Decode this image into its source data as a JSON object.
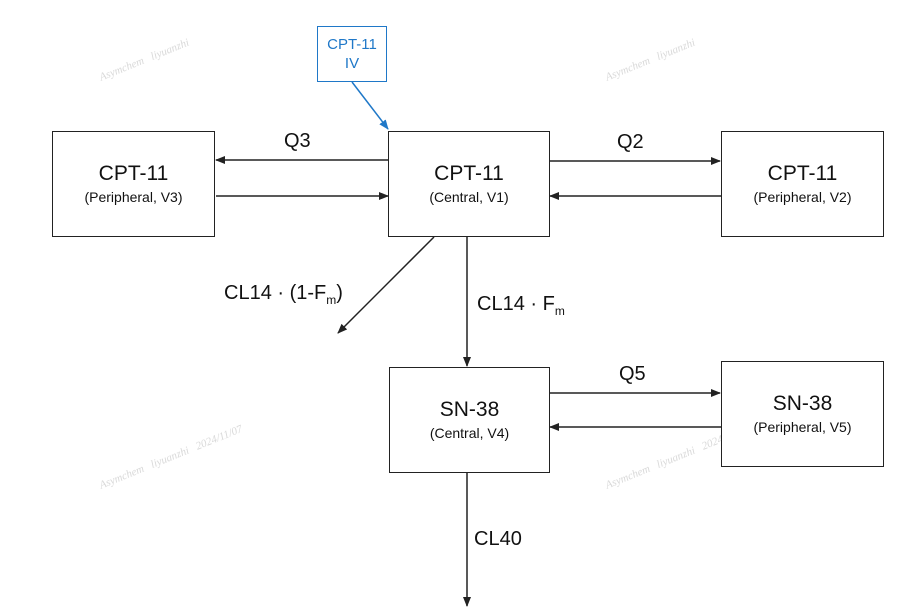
{
  "dose": {
    "line1": "CPT-11",
    "line2": "IV"
  },
  "compartments": {
    "v3": {
      "title": "CPT-11",
      "sub": "(Peripheral, V3)"
    },
    "v1": {
      "title": "CPT-11",
      "sub": "(Central, V1)"
    },
    "v2": {
      "title": "CPT-11",
      "sub": "(Peripheral, V2)"
    },
    "v4": {
      "title": "SN-38",
      "sub": "(Central, V4)"
    },
    "v5": {
      "title": "SN-38",
      "sub": "(Peripheral, V5)"
    }
  },
  "flows": {
    "q3": "Q3",
    "q2": "Q2",
    "q5": "Q5",
    "cl14_elim_prefix": "CL14 · (1-F",
    "cl14_elim_sub": "m",
    "cl14_elim_suffix": ")",
    "cl14_conv_prefix": "CL14 · F",
    "cl14_conv_sub": "m",
    "cl40": "CL40"
  },
  "watermark": {
    "company": "Asymchem",
    "user": "liyuanzhi",
    "date": "2024/11/07"
  },
  "colors": {
    "dose": "#1f78c8",
    "lines": "#222222"
  }
}
